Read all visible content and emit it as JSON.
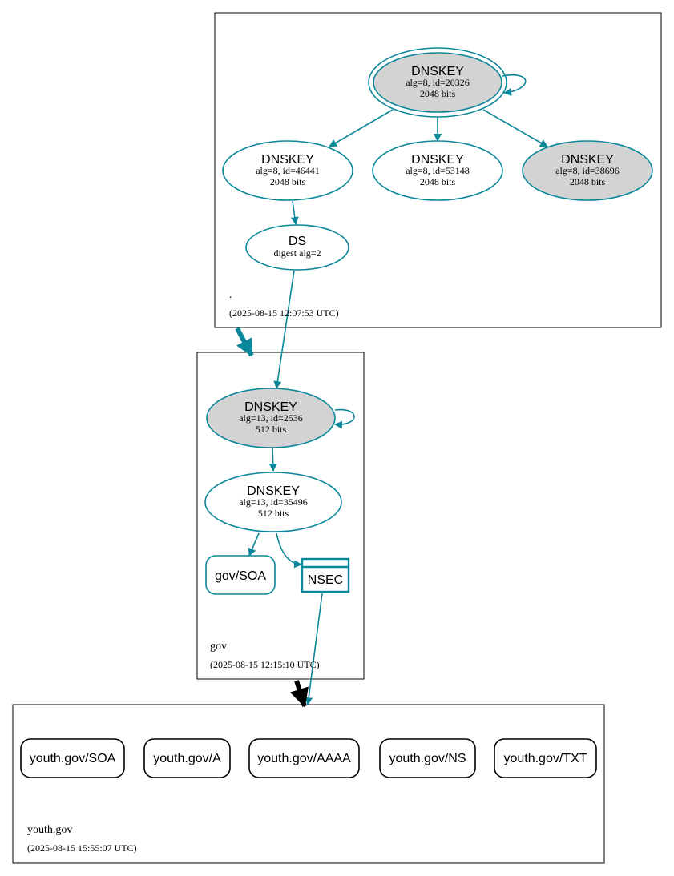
{
  "zones": {
    "root": {
      "name": ".",
      "timestamp": "(2025-08-15 12:07:53 UTC)"
    },
    "gov": {
      "name": "gov",
      "timestamp": "(2025-08-15 12:15:10 UTC)"
    },
    "youth": {
      "name": "youth.gov",
      "timestamp": "(2025-08-15 15:55:07 UTC)"
    }
  },
  "nodes": {
    "root_ksk": {
      "title": "DNSKEY",
      "line1": "alg=8, id=20326",
      "line2": "2048 bits"
    },
    "root_zsk1": {
      "title": "DNSKEY",
      "line1": "alg=8, id=46441",
      "line2": "2048 bits"
    },
    "root_zsk2": {
      "title": "DNSKEY",
      "line1": "alg=8, id=53148",
      "line2": "2048 bits"
    },
    "root_zsk3": {
      "title": "DNSKEY",
      "line1": "alg=8, id=38696",
      "line2": "2048 bits"
    },
    "ds": {
      "title": "DS",
      "line1": "digest alg=2"
    },
    "gov_ksk": {
      "title": "DNSKEY",
      "line1": "alg=13, id=2536",
      "line2": "512 bits"
    },
    "gov_zsk": {
      "title": "DNSKEY",
      "line1": "alg=13, id=35496",
      "line2": "512 bits"
    },
    "gov_soa": {
      "label": "gov/SOA"
    },
    "nsec": {
      "label": "NSEC"
    }
  },
  "records": [
    "youth.gov/SOA",
    "youth.gov/A",
    "youth.gov/AAAA",
    "youth.gov/NS",
    "youth.gov/TXT"
  ],
  "colors": {
    "edge": "#0a879a",
    "ksk_fill": "#d3d3d3",
    "node_fill": "#ffffff",
    "box": "#000000"
  }
}
